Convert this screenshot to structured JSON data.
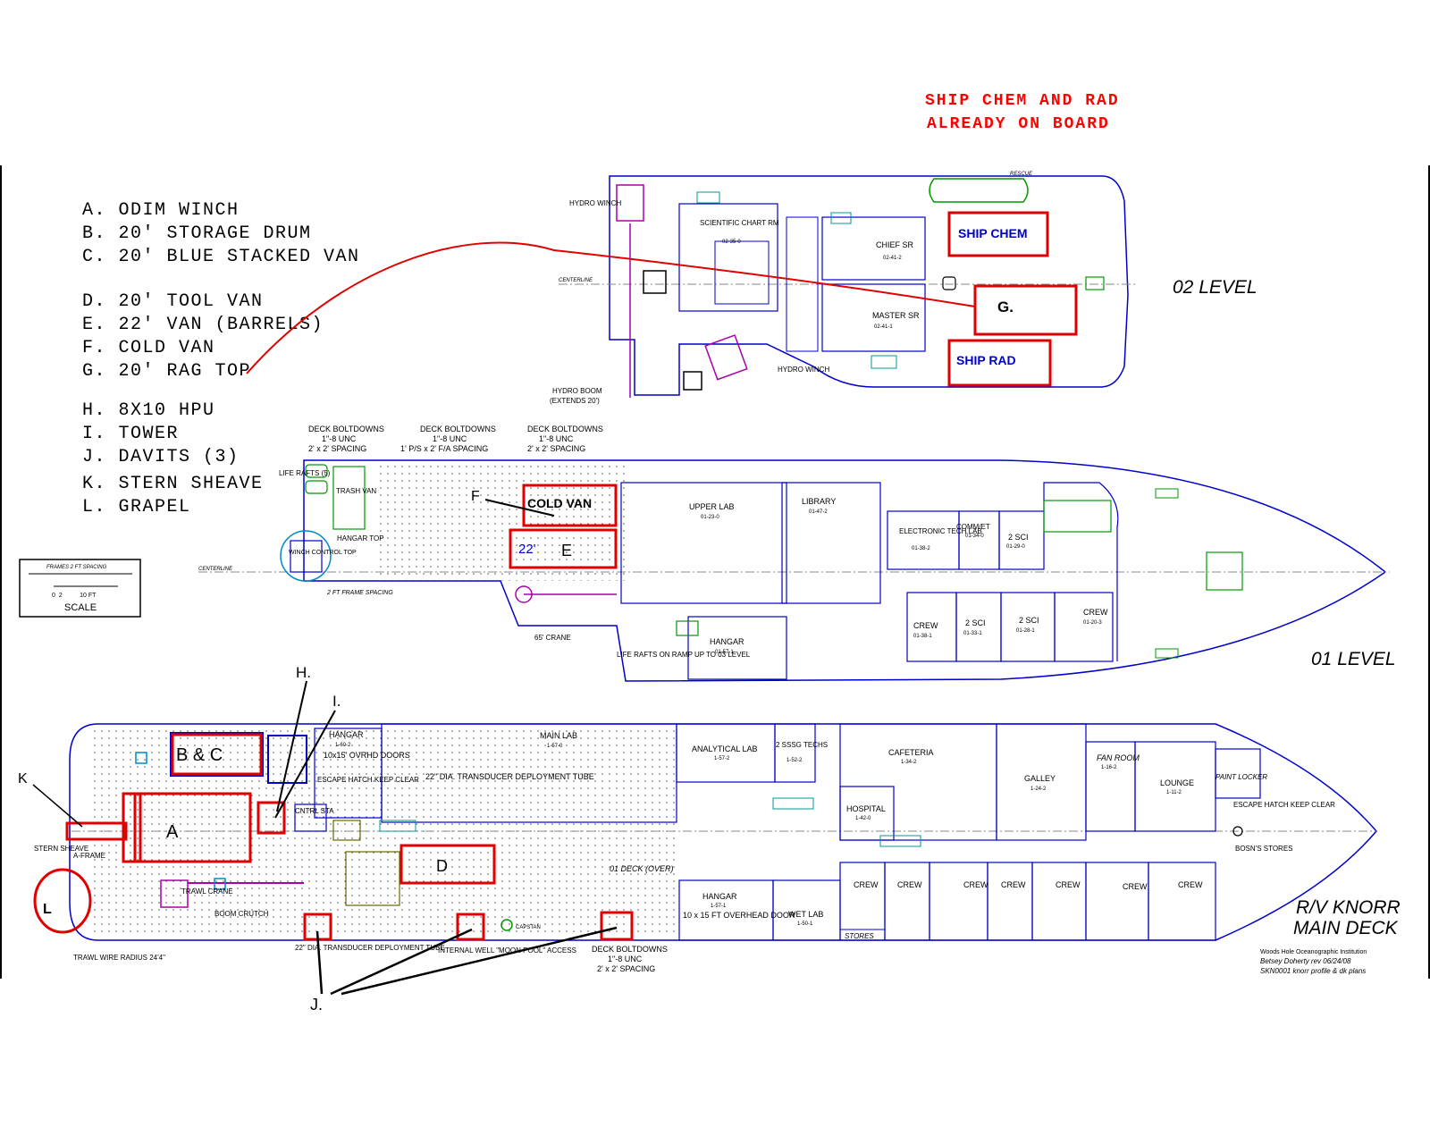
{
  "note": {
    "line1": "SHIP CHEM AND RAD",
    "line2": "ALREADY ON BOARD"
  },
  "legend": [
    {
      "text": "A. ODIM WINCH"
    },
    {
      "text": "B. 20' STORAGE DRUM"
    },
    {
      "text": "C. 20' BLUE STACKED VAN"
    },
    {
      "text": "D. 20' TOOL VAN"
    },
    {
      "text": "E. 22' VAN (BARRELS)"
    },
    {
      "text": "F. COLD VAN"
    },
    {
      "text": "G. 20' RAG TOP"
    },
    {
      "text": "H. 8X10 HPU"
    },
    {
      "text": "I. TOWER"
    },
    {
      "text": "J. DAVITS (3)"
    },
    {
      "text": "K. STERN SHEAVE"
    },
    {
      "text": "L. GRAPEL"
    }
  ],
  "levels": {
    "level02": "02 LEVEL",
    "level01": "01 LEVEL",
    "ship_name": "R/V KNORR",
    "deck_name": "MAIN DECK"
  },
  "boxes": {
    "ship_chem": "SHIP CHEM",
    "ship_rad": "SHIP RAD",
    "g": "G.",
    "cold_van": "COLD VAN",
    "e_size": "22'",
    "e": "E",
    "f": "F",
    "bc": "B & C",
    "a": "A",
    "d": "D",
    "h": "H.",
    "i": "I.",
    "j": "J.",
    "k": "K",
    "l": "L"
  },
  "scale": {
    "top": "FRAMES 2 FT SPACING",
    "nums": "0  2          10 FT",
    "label": "SCALE"
  },
  "level02_labels": {
    "hydro_winch_1": "HYDRO WINCH",
    "sci_chart": "SCIENTIFIC CHART RM",
    "sci_chart_no": "02-35-0",
    "chief_sr": "CHIEF SR",
    "chief_sr_no": "02-41-2",
    "master_sr": "MASTER SR",
    "master_sr_no": "02-41-1",
    "hydro_winch_2": "HYDRO WINCH",
    "hydro_boom": "HYDRO BOOM",
    "hydro_boom_2": "(EXTENDS 20')",
    "centerline": "CENTERLINE",
    "rescue": "RESCUE"
  },
  "level01_labels": {
    "deck_bolt_a": "DECK BOLTDOWNS",
    "deck_bolt_a2": "1\"-8 UNC",
    "deck_bolt_a3": "2' x 2' SPACING",
    "deck_bolt_b": "DECK BOLTDOWNS",
    "deck_bolt_b2": "1\"-8 UNC",
    "deck_bolt_b3": "1' P/S x 2' F/A SPACING",
    "deck_bolt_c": "DECK BOLTDOWNS",
    "deck_bolt_c2": "1\"-8 UNC",
    "deck_bolt_c3": "2' x 2' SPACING",
    "life_rafts": "LIFE RAFTS (5)",
    "trash_van": "TRASH VAN",
    "hangar_top": "HANGAR TOP",
    "winch_control": "WINCH CONTROL TOP",
    "upper_lab": "UPPER LAB",
    "upper_lab_no": "01-23-0",
    "library": "LIBRARY",
    "library_no": "01-47-2",
    "elec_tech": "ELECTRONIC TECH LAB",
    "elec_tech_no": "01-38-2",
    "comm_et": "COMM/ET",
    "comm_et_no": "01-34-0",
    "two_sci_a": "2 SCI",
    "two_sci_a_no": "01-29-0",
    "crew_a": "CREW",
    "crew_a_no": "01-38-1",
    "two_sci_b": "2 SCI",
    "two_sci_b_no": "01-33-1",
    "two_sci_c": "2 SCI",
    "two_sci_c_no": "01-28-1",
    "crew_b": "CREW",
    "crew_b_no": "01-20-3",
    "hangar": "HANGAR",
    "hangar_no": "01-57-1",
    "crane": "65' CRANE",
    "life_rafts_ramp": "LIFE RAFTS ON RAMP UP TO 03 LEVEL",
    "frame_spacing": "2 FT FRAME SPACING",
    "centerline": "CENTERLINE"
  },
  "main_labels": {
    "hangar": "HANGAR",
    "hangar_no": "1-60-2",
    "doors": "10x15' OVRHD DOORS",
    "escape_hatch": "ESCAPE HATCH KEEP CLEAR",
    "cntrl_sta": "CNTRL STA",
    "main_lab": "MAIN LAB",
    "main_lab_no": "1-57-0",
    "transducer": "22\" DIA. TRANSDUCER DEPLOYMENT TUBE",
    "analytical_lab": "ANALYTICAL LAB",
    "analytical_lab_no": "1-57-2",
    "sssg": "2 SSSG TECHS",
    "sssg_no": "1-52-2",
    "cafeteria": "CAFETERIA",
    "cafeteria_no": "1-34-2",
    "galley": "GALLEY",
    "galley_no": "1-24-2",
    "fan_room": "FAN ROOM",
    "fan_room_no": "1-16-2",
    "lounge": "LOUNGE",
    "lounge_no": "1-11-2",
    "paint_locker": "PAINT LOCKER",
    "escape_hatch_fwd": "ESCAPE HATCH KEEP CLEAR",
    "bosns_stores": "BOSN'S STORES",
    "hospital": "HOSPITAL",
    "hospital_no": "1-42-0",
    "deck_over": "01 DECK (OVER)",
    "hangar2": "HANGAR",
    "hangar2_no": "1-57-1",
    "ovhd_door": "10 x 15 FT OVERHEAD DOOR",
    "wet_lab": "WET LAB",
    "wet_lab_no": "1-50-1",
    "stores": "STORES",
    "crew": "CREW",
    "stern_sheave": "STERN SHEAVE",
    "a_frame": "A-FRAME",
    "trawl_crane": "TRAWL CRANE",
    "boom_crutch": "BOOM CRUTCH",
    "trawl_wire": "TRAWL WIRE RADIUS 24'4\"",
    "transducer2": "22\" DIA. TRANSDUCER DEPLOYMENT TUBE",
    "moon_pool": "INTERNAL WELL \"MOON POOL\" ACCESS",
    "capstan": "CAPSTAN",
    "deck_bolt": "DECK BOLTDOWNS",
    "deck_bolt2": "1\"-8 UNC",
    "deck_bolt3": "2' x 2' SPACING",
    "credit1": "Woods Hole Oceanographic Institution",
    "credit2": "Betsey Doherty rev 06/24/08",
    "credit3": "SKN0001 knorr profile & dk plans"
  }
}
